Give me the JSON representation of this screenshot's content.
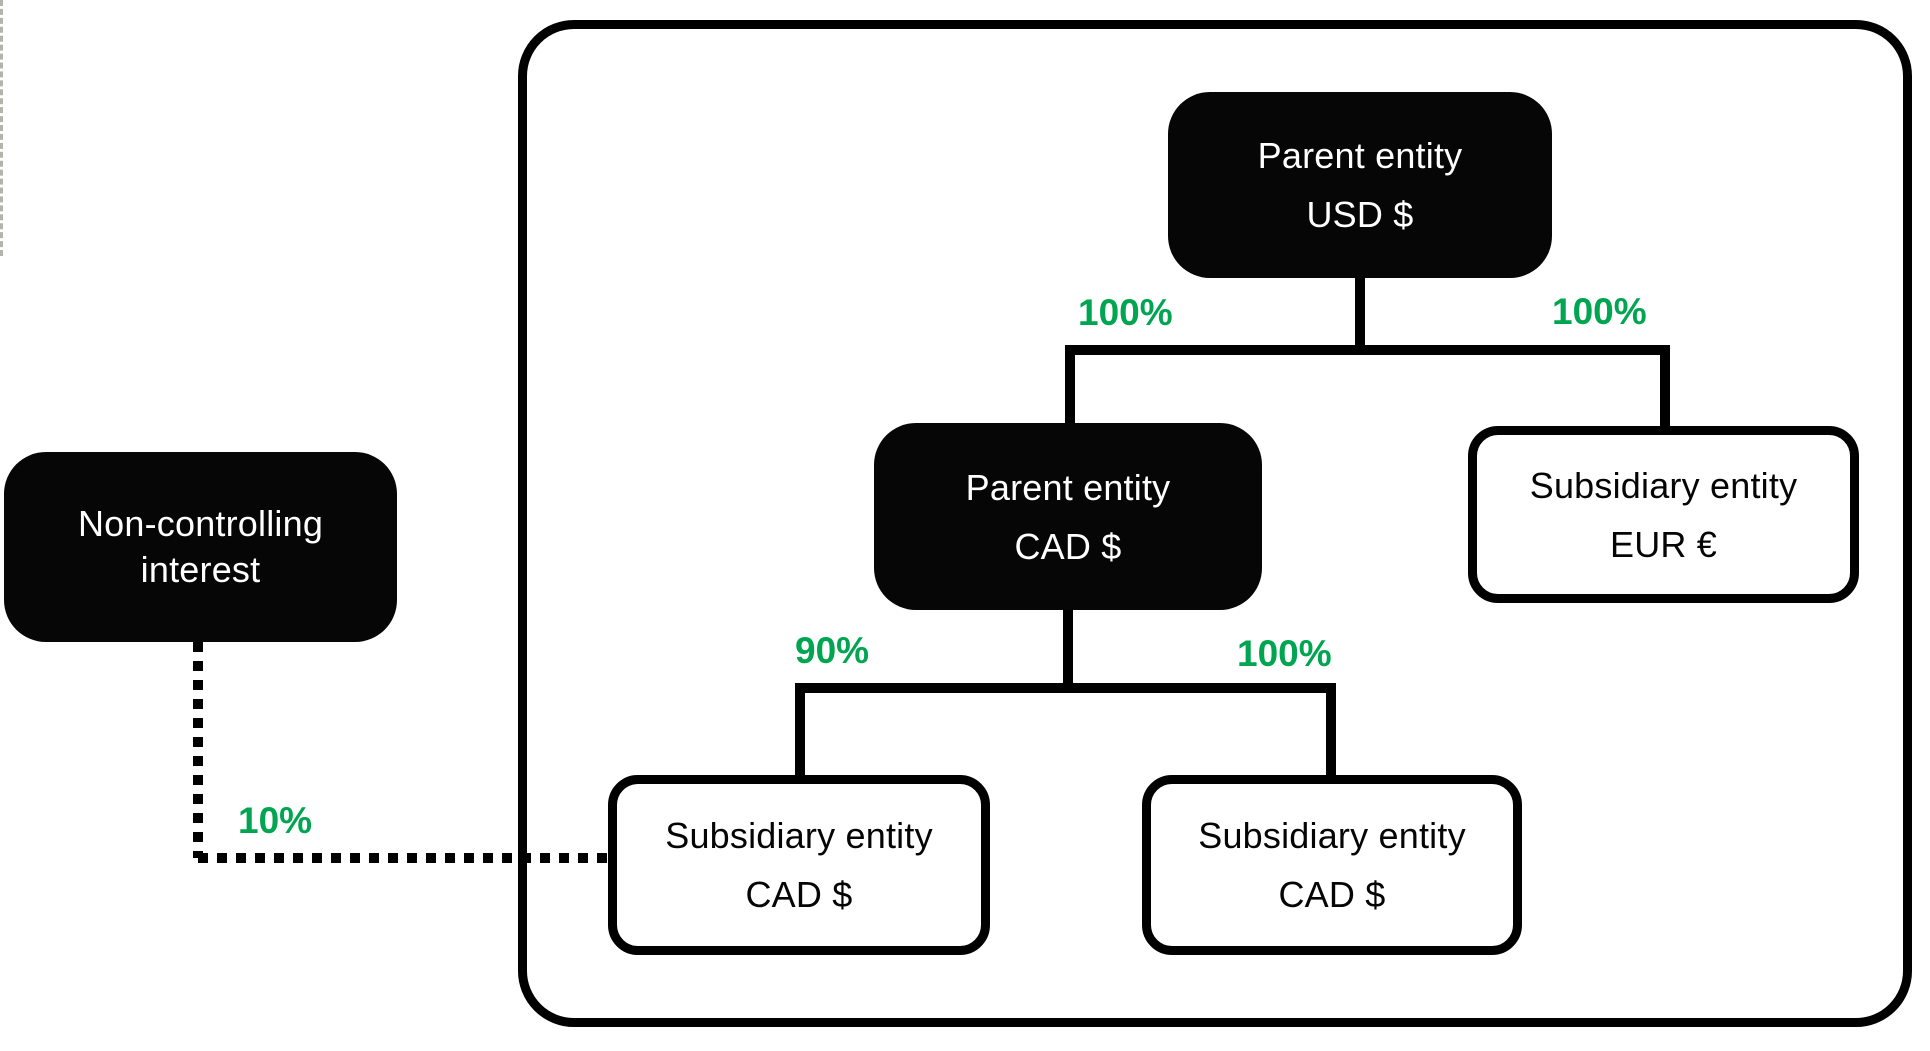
{
  "diagram_type": "group-ownership-structure",
  "nodes": {
    "parent_usd": {
      "name": "Parent entity",
      "currency": "USD $"
    },
    "parent_cad": {
      "name": "Parent entity",
      "currency": "CAD $"
    },
    "sub_eur": {
      "name": "Subsidiary entity",
      "currency": "EUR €"
    },
    "sub_cad_left": {
      "name": "Subsidiary entity",
      "currency": "CAD $"
    },
    "sub_cad_right": {
      "name": "Subsidiary entity",
      "currency": "CAD $"
    },
    "nci": {
      "line1": "Non-controlling",
      "line2": "interest"
    }
  },
  "ownership_labels": {
    "usd_to_parent_cad": "100%",
    "usd_to_sub_eur": "100%",
    "parent_cad_to_sub_cad_left": "90%",
    "parent_cad_to_sub_cad_right": "100%",
    "nci_to_sub_cad_left": "10%"
  },
  "colors": {
    "ownership_label_green": "#00A551",
    "node_fill_black": "#060606",
    "line_black": "#000000",
    "edge_dash_gray": "#B3B3AC"
  }
}
